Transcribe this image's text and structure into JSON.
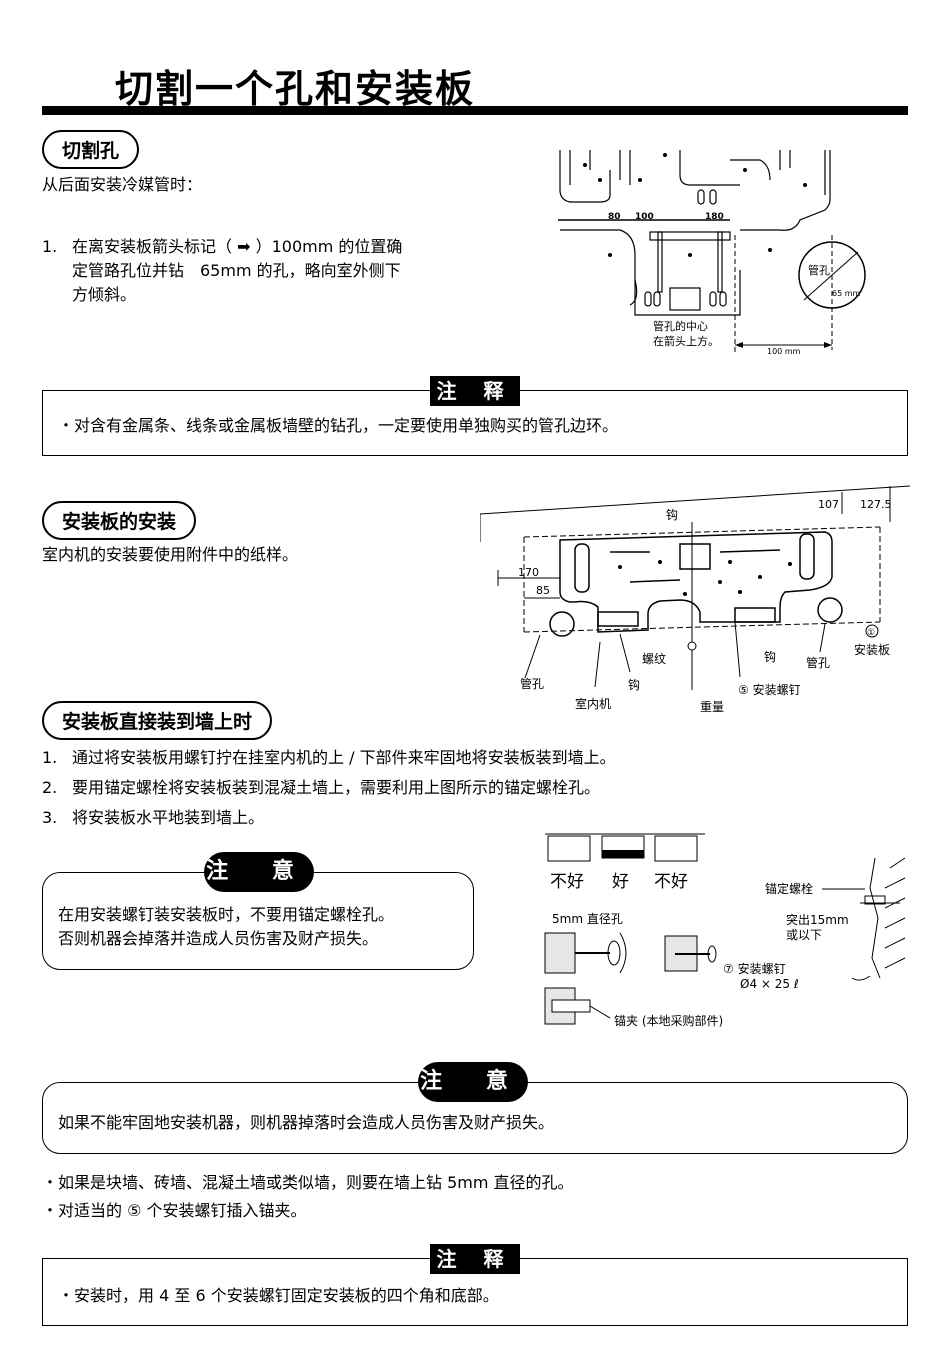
{
  "page_title": "切割一个孔和安装板",
  "section_cut_hole": {
    "heading": "切割孔",
    "intro": "从后面安装冷媒管时：",
    "step1_num": "1.",
    "step1_lines": [
      "在离安装板箭头标记（ ➡ ）100mm 的位置确",
      "定管路孔位并钻　65mm 的孔，略向室外侧下",
      "方倾斜。"
    ]
  },
  "diagram1": {
    "tick_80": "80",
    "tick_100": "100",
    "tick_180": "180",
    "pipe_hole": "管孔",
    "dia_65": "65 mm",
    "center_line1": "管孔的中心",
    "center_line2": "在箭头上方。",
    "dim_100": "100 mm"
  },
  "note1": {
    "tag": "注 释",
    "text": "・对含有金属条、线条或金属板墙壁的钻孔，一定要使用单独购买的管孔边环。"
  },
  "section_plate_install": {
    "heading": "安装板的安装",
    "text": "室内机的安装要使用附件中的纸样。"
  },
  "diagram2": {
    "dim_107": "107",
    "dim_1275": "127.5",
    "dim_170": "170",
    "dim_85": "85",
    "hook_top": "钩",
    "circled_1": "①",
    "mounting_plate": "安装板",
    "pipe_hole_left": "管孔",
    "indoor_unit": "室内机",
    "hook_bottom": "钩",
    "thread": "螺纹",
    "weight": "重量",
    "hook_right": "钩",
    "pipe_hole_right": "管孔",
    "screw_label": "⑤ 安装螺钉"
  },
  "section_direct": {
    "heading": "安装板直接装到墙上时",
    "items": [
      {
        "num": "1.",
        "text": "通过将安装板用螺钉拧在挂室内机的上 / 下部件来牢固地将安装板装到墙上。"
      },
      {
        "num": "2.",
        "text": "要用锚定螺栓将安装板装到混凝土墙上，需要利用上图所示的锚定螺栓孔。"
      },
      {
        "num": "3.",
        "text": "将安装板水平地装到墙上。"
      }
    ]
  },
  "caution1": {
    "tag": "注 意",
    "line1": "在用安装螺钉装安装板时，不要用锚定螺栓孔。",
    "line2": "否则机器会掉落并造成人员伤害及财产损失。"
  },
  "diagram3": {
    "bad1": "不好",
    "good": "好",
    "bad2": "不好",
    "anchor_bolt": "锚定螺栓",
    "protrude1": "突出15mm",
    "protrude2": "或以下",
    "hole_5mm": "5mm 直径孔",
    "screw7_line1": "⑦ 安装螺钉",
    "screw7_line2": "Ø4 × 25 ℓ",
    "clip": "锚夹 (本地采购部件)"
  },
  "caution2": {
    "tag": "注 意",
    "text": "如果不能牢固地安装机器，则机器掉落时会造成人员伤害及财产损失。"
  },
  "bullets": [
    "・如果是块墙、砖墙、混凝土墙或类似墙，则要在墙上钻 5mm 直径的孔。",
    "・对适当的 ⑤ 个安装螺钉插入锚夹。"
  ],
  "note2": {
    "tag": "注 释",
    "text": "・安装时，用 4 至 6 个安装螺钉固定安装板的四个角和底部。"
  }
}
